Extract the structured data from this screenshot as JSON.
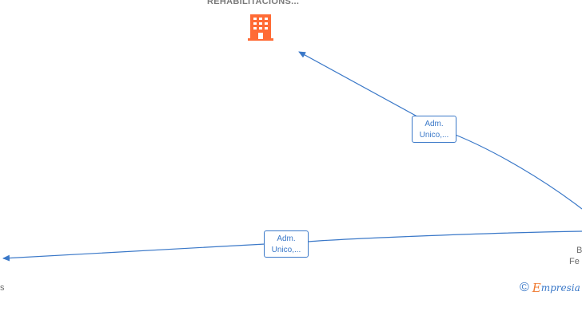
{
  "company": {
    "name": "REHABILITACIONS...",
    "icon": "building-icon",
    "color": "#ff6b35"
  },
  "edges": [
    {
      "label_line1": "Adm.",
      "label_line2": "Unico,..."
    },
    {
      "label_line1": "Adm.",
      "label_line2": "Unico,..."
    }
  ],
  "person_right": {
    "line1": "B",
    "line2": "Fe"
  },
  "person_left": {
    "text": "s"
  },
  "footer": {
    "symbol": "©",
    "brand_first": "E",
    "brand_rest": "mpresia"
  },
  "colors": {
    "edge": "#3a78c8",
    "node_text": "#7a7a7a"
  }
}
